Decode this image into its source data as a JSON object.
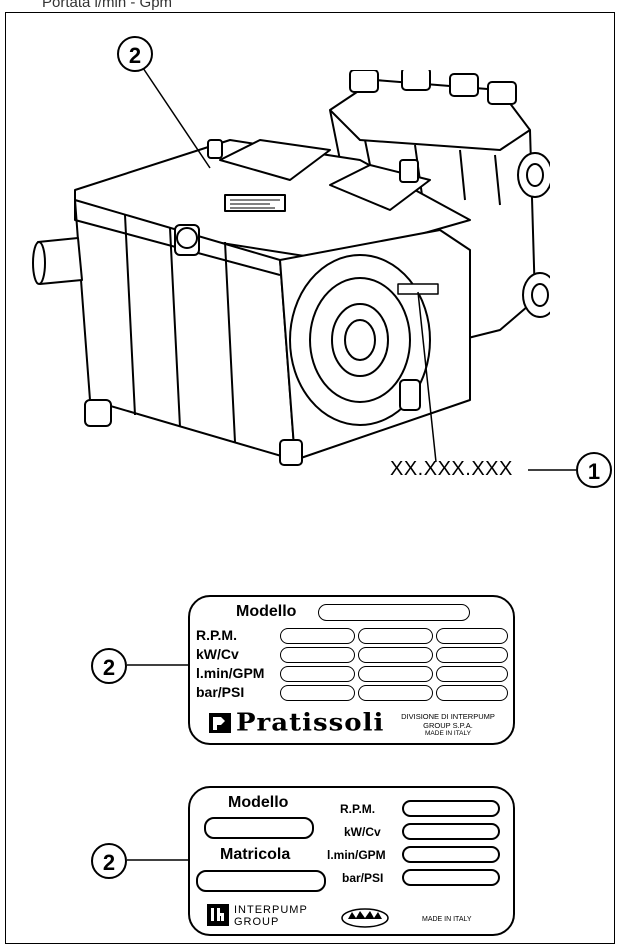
{
  "header": {
    "text": "Portata l/min - Gpm"
  },
  "callouts": {
    "one": "1",
    "two": "2"
  },
  "serial": "XX.XXX.XXX",
  "plate1": {
    "modello": "Modello",
    "rows": [
      "R.P.M.",
      "kW/Cv",
      "l.min/GPM",
      "bar/PSI"
    ],
    "brand": "Pratissoli",
    "division_lines": [
      "DIVISIONE DI INTERPUMP",
      "GROUP S.P.A.",
      "MADE IN ITALY"
    ]
  },
  "plate2": {
    "modello": "Modello",
    "matricola": "Matricola",
    "rows": [
      "R.P.M.",
      "kW/Cv",
      "l.min/GPM",
      "bar/PSI"
    ],
    "brand_line1": "INTERPUMP",
    "brand_line2": "GROUP",
    "made": "MADE IN ITALY"
  }
}
